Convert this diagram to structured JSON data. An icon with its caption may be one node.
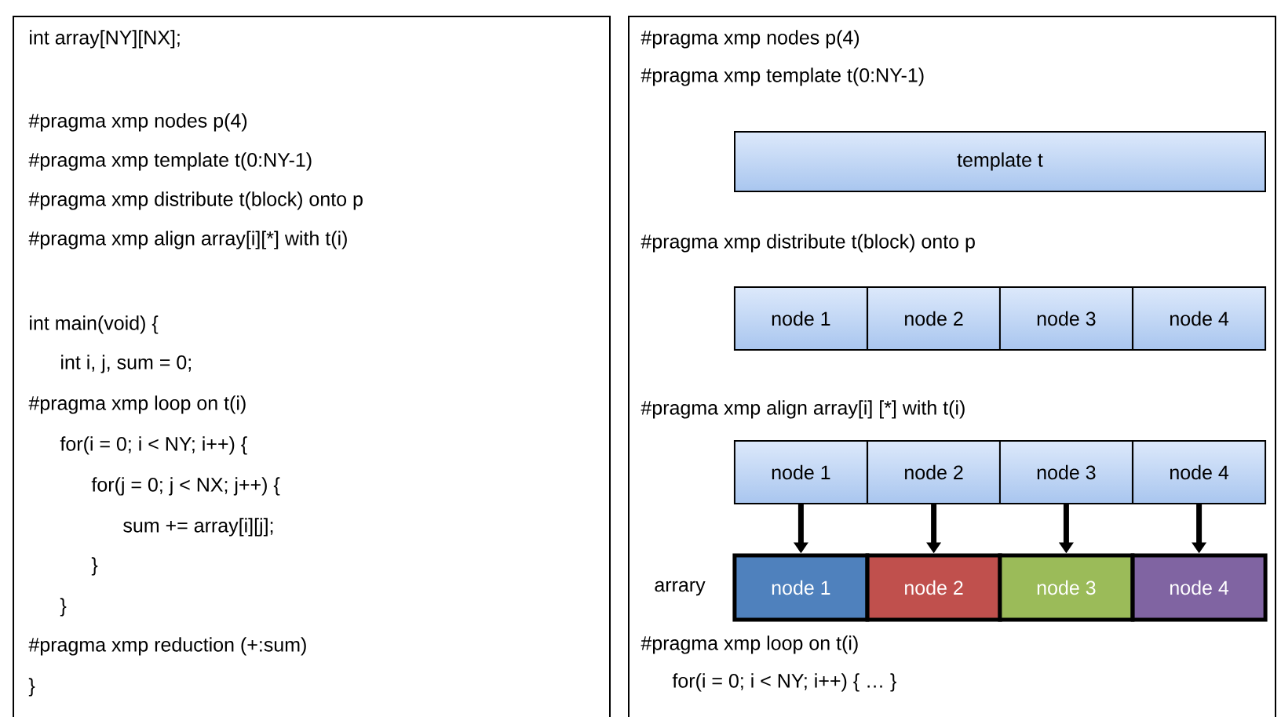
{
  "diagram": {
    "nodes": [
      {
        "text": [
          "int array[NY][NX];",
          "#pragma xmp nodes p(4)",
          "#pragma xmp template t(0:NY-1)",
          "#pragma xmp distribute t(block) onto p",
          "#pragma xmp align array[i][*] with t(i)",
          "int main(void) {",
          "int i, j, sum = 0;",
          "#pragma xmp loop on t(i)",
          "for(i = 0; i < NY; i++) {",
          "for(j = 0; j < NX; j++) {",
          "sum += array[i][j];",
          "}",
          "}",
          "#pragma xmp reduction (+:sum)",
          "}"
        ]
      },
      {
        "text": [
          "#pragma xmp nodes p(4)",
          "#pragma xmp template t(0:NY-1)",
          "#pragma xmp distribute t(block) onto p",
          "#pragma xmp align array[i] [*]  with t(i)",
          "#pragma xmp loop on t(i)",
          "for(i = 0; i < NY; i++) { … }"
        ]
      },
      {
        "text": [
          "template t"
        ],
        "in": 1
      },
      {
        "text": [
          "node 1"
        ],
        "in": 1
      },
      {
        "text": [
          "node 2"
        ],
        "in": 1
      },
      {
        "text": [
          "node 3"
        ],
        "in": 1
      },
      {
        "text": [
          "node 4"
        ],
        "in": 1
      },
      {
        "text": [
          "node 1"
        ],
        "in": 1
      },
      {
        "text": [
          "node 2"
        ],
        "in": 1
      },
      {
        "text": [
          "node 3"
        ],
        "in": 1
      },
      {
        "text": [
          "node 4"
        ],
        "in": 1
      },
      {
        "text": [
          "node 1"
        ],
        "in": 1
      },
      {
        "text": [
          "node 2"
        ],
        "in": 1
      },
      {
        "text": [
          "node 3"
        ],
        "in": 1
      },
      {
        "text": [
          "node 4"
        ],
        "in": 1
      }
    ],
    "edges": [
      {
        "from": 7,
        "to": 11,
        "arrow": "to"
      },
      {
        "from": 8,
        "to": 12,
        "arrow": "to"
      },
      {
        "from": 9,
        "to": 13,
        "arrow": "to"
      },
      {
        "from": 10,
        "to": 14,
        "arrow": "to"
      }
    ],
    "labels": [
      "arrary"
    ]
  }
}
